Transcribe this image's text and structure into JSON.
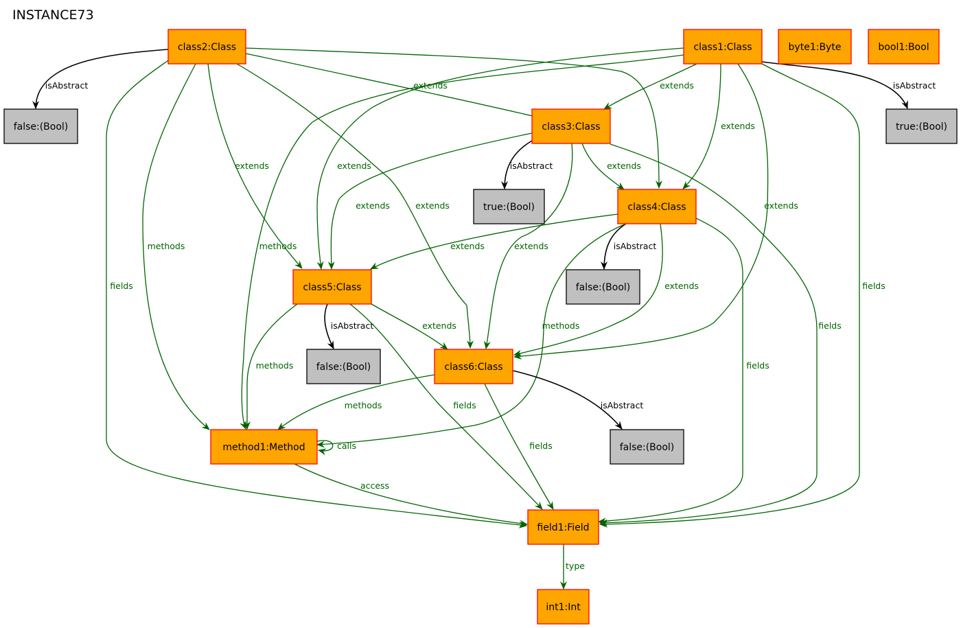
{
  "title": "INSTANCE73",
  "colors": {
    "object_fill": "#ffa500",
    "object_stroke": "#ff0000",
    "value_fill": "#c0c0c0",
    "value_stroke": "#000000",
    "ref_edge": "#006400",
    "attr_edge": "#000000"
  },
  "nodes": [
    {
      "id": "class2",
      "label": "class2:Class",
      "kind": "object"
    },
    {
      "id": "class1",
      "label": "class1:Class",
      "kind": "object"
    },
    {
      "id": "byte1",
      "label": "byte1:Byte",
      "kind": "object"
    },
    {
      "id": "bool1",
      "label": "bool1:Bool",
      "kind": "object"
    },
    {
      "id": "false_c2",
      "label": "false:(Bool)",
      "kind": "value"
    },
    {
      "id": "class3",
      "label": "class3:Class",
      "kind": "object"
    },
    {
      "id": "true_c1",
      "label": "true:(Bool)",
      "kind": "value"
    },
    {
      "id": "true_c3",
      "label": "true:(Bool)",
      "kind": "value"
    },
    {
      "id": "class4",
      "label": "class4:Class",
      "kind": "object"
    },
    {
      "id": "class5",
      "label": "class5:Class",
      "kind": "object"
    },
    {
      "id": "false_c4",
      "label": "false:(Bool)",
      "kind": "value"
    },
    {
      "id": "false_c5",
      "label": "false:(Bool)",
      "kind": "value"
    },
    {
      "id": "class6",
      "label": "class6:Class",
      "kind": "object"
    },
    {
      "id": "method1",
      "label": "method1:Method",
      "kind": "object"
    },
    {
      "id": "false_c6",
      "label": "false:(Bool)",
      "kind": "value"
    },
    {
      "id": "field1",
      "label": "field1:Field",
      "kind": "object"
    },
    {
      "id": "int1",
      "label": "int1:Int",
      "kind": "object"
    }
  ],
  "edges": [
    {
      "from": "class2",
      "to": "false_c2",
      "label": "isAbstract",
      "kind": "attr"
    },
    {
      "from": "class2",
      "to": "class3",
      "label": "extends",
      "kind": "ref"
    },
    {
      "from": "class2",
      "to": "class4",
      "label": "",
      "kind": "ref"
    },
    {
      "from": "class2",
      "to": "class5",
      "label": "extends",
      "kind": "ref"
    },
    {
      "from": "class2",
      "to": "class6",
      "label": "extends",
      "kind": "ref"
    },
    {
      "from": "class2",
      "to": "method1",
      "label": "methods",
      "kind": "ref"
    },
    {
      "from": "class2",
      "to": "field1",
      "label": "fields",
      "kind": "ref"
    },
    {
      "from": "class1",
      "to": "true_c1",
      "label": "isAbstract",
      "kind": "attr"
    },
    {
      "from": "class1",
      "to": "class3",
      "label": "extends",
      "kind": "ref"
    },
    {
      "from": "class1",
      "to": "class4",
      "label": "extends",
      "kind": "ref"
    },
    {
      "from": "class1",
      "to": "class5",
      "label": "extends",
      "kind": "ref"
    },
    {
      "from": "class1",
      "to": "class6",
      "label": "extends",
      "kind": "ref"
    },
    {
      "from": "class1",
      "to": "method1",
      "label": "methods",
      "kind": "ref"
    },
    {
      "from": "class1",
      "to": "field1",
      "label": "fields",
      "kind": "ref"
    },
    {
      "from": "class3",
      "to": "true_c3",
      "label": "isAbstract",
      "kind": "attr"
    },
    {
      "from": "class3",
      "to": "class4",
      "label": "extends",
      "kind": "ref"
    },
    {
      "from": "class3",
      "to": "class5",
      "label": "extends",
      "kind": "ref"
    },
    {
      "from": "class3",
      "to": "class6",
      "label": "extends",
      "kind": "ref"
    },
    {
      "from": "class3",
      "to": "field1",
      "label": "fields",
      "kind": "ref"
    },
    {
      "from": "class4",
      "to": "false_c4",
      "label": "isAbstract",
      "kind": "attr"
    },
    {
      "from": "class4",
      "to": "class5",
      "label": "extends",
      "kind": "ref"
    },
    {
      "from": "class4",
      "to": "class6",
      "label": "extends",
      "kind": "ref"
    },
    {
      "from": "class4",
      "to": "method1",
      "label": "methods",
      "kind": "ref"
    },
    {
      "from": "class4",
      "to": "field1",
      "label": "fields",
      "kind": "ref"
    },
    {
      "from": "class5",
      "to": "false_c5",
      "label": "isAbstract",
      "kind": "attr"
    },
    {
      "from": "class5",
      "to": "class6",
      "label": "extends",
      "kind": "ref"
    },
    {
      "from": "class5",
      "to": "method1",
      "label": "methods",
      "kind": "ref"
    },
    {
      "from": "class5",
      "to": "field1",
      "label": "fields",
      "kind": "ref"
    },
    {
      "from": "class6",
      "to": "false_c6",
      "label": "isAbstract",
      "kind": "attr"
    },
    {
      "from": "class6",
      "to": "method1",
      "label": "methods",
      "kind": "ref"
    },
    {
      "from": "class6",
      "to": "field1",
      "label": "fields",
      "kind": "ref"
    },
    {
      "from": "method1",
      "to": "method1",
      "label": "calls",
      "kind": "ref"
    },
    {
      "from": "method1",
      "to": "field1",
      "label": "access",
      "kind": "ref"
    },
    {
      "from": "field1",
      "to": "int1",
      "label": "type",
      "kind": "ref"
    }
  ]
}
